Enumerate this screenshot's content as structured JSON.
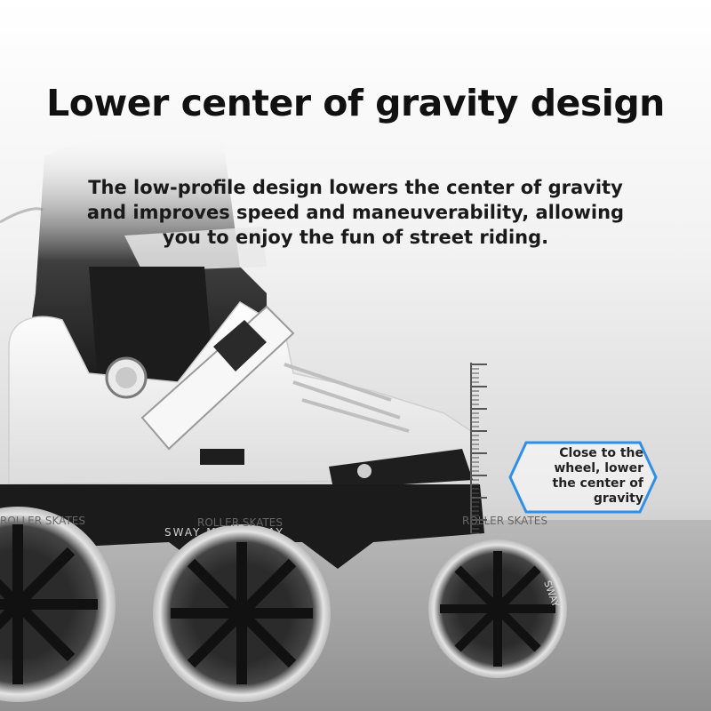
{
  "headline": "Lower center of gravity design",
  "description": {
    "line1": "The low-profile design lowers the center of gravity",
    "line2": "and improves speed and maneuverability, allowing",
    "line3": "you to enjoy the fun of street riding."
  },
  "callout": {
    "line1": "Close to the",
    "line2": "wheel, lower",
    "line3": "the center of",
    "line4": "gravity"
  },
  "product": {
    "frame_text": "SWAY  MY ON WAY",
    "wheel_text": "ROLLER SKATES",
    "wheel_side_text": "SWAY"
  },
  "colors": {
    "callout_border": "#2f8ee6",
    "boot_white": "#f4f4f4",
    "frame_black": "#1b1b1b"
  }
}
